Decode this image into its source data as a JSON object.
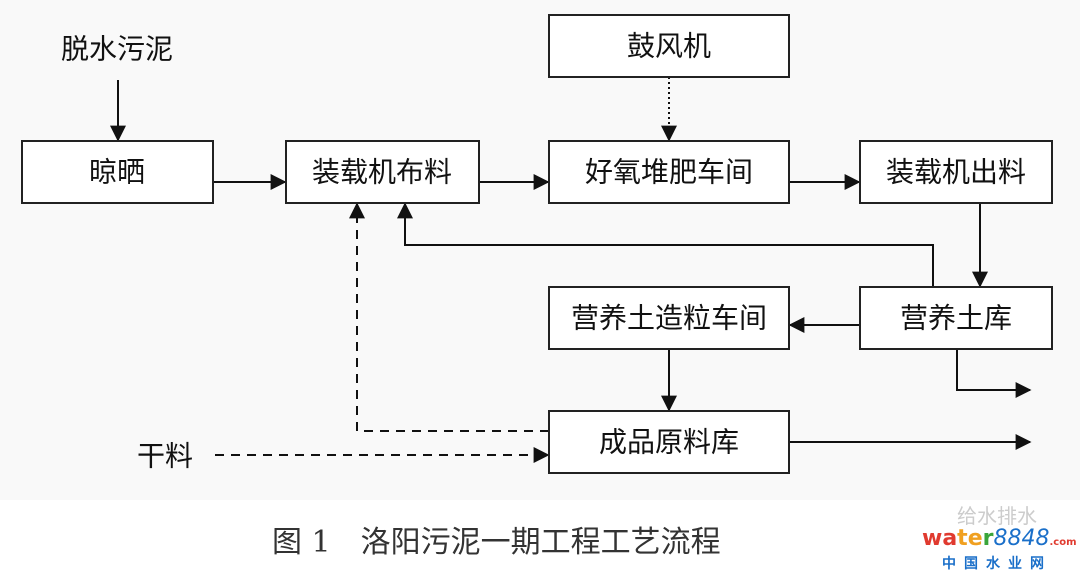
{
  "nodes": {
    "dewatered_sludge": "脱水污泥",
    "drying": "晾晒",
    "loader_feeding": "装载机布料",
    "blower": "鼓风机",
    "aerobic_composting": "好氧堆肥车间",
    "loader_discharge": "装载机出料",
    "nutrient_soil_store": "营养土库",
    "granulation_workshop": "营养土造粒车间",
    "product_material_store": "成品原料库",
    "dry_material": "干料"
  },
  "caption": "图 1　洛阳污泥一期工程工艺流程",
  "watermark": {
    "line1": "给水排水",
    "brand": "water8848",
    "domain": ".com",
    "line3": "中国水业网"
  },
  "colors": {
    "line": "#111111",
    "background": "#f9f9f9"
  }
}
